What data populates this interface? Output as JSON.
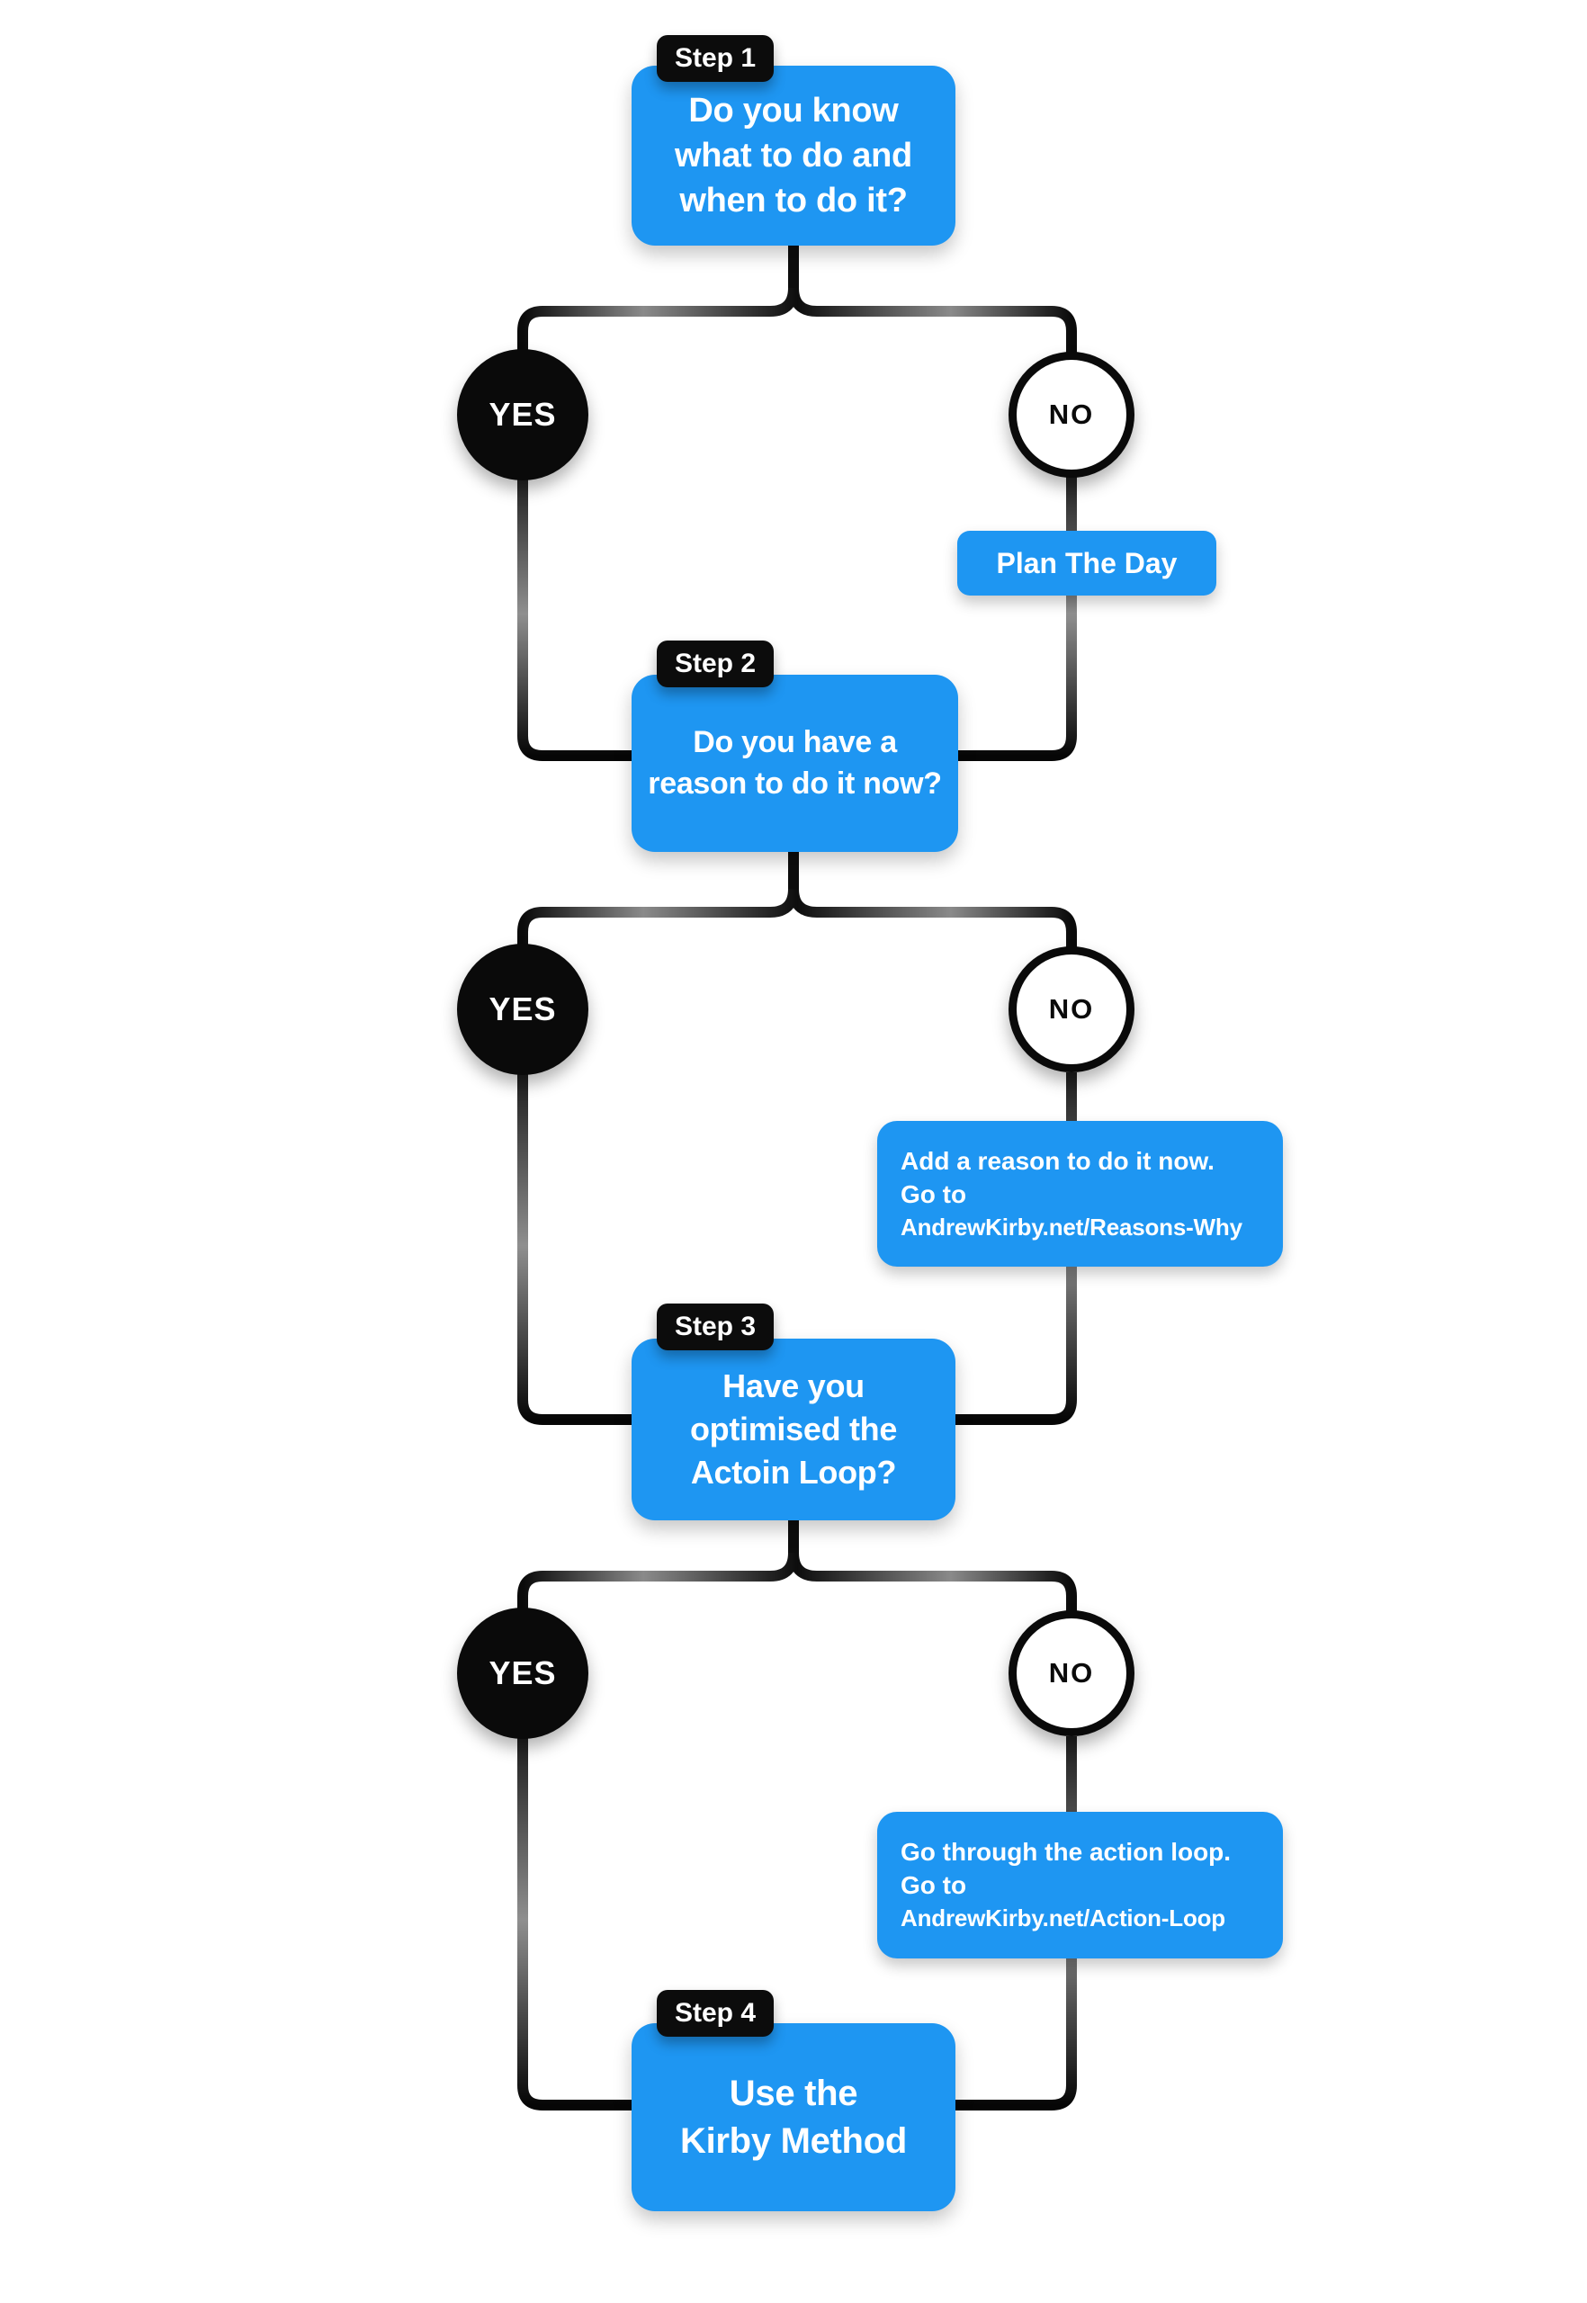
{
  "title": "Kirby Method decision flowchart",
  "colors": {
    "accent_blue": "#1E96F2",
    "badge_black": "#0C0C0C",
    "line_black": "#0D0D0D",
    "text_white": "#FFFFFF"
  },
  "steps": [
    {
      "badge": "Step 1",
      "question": "Do you know\nwhat to do and\nwhen to do it?"
    },
    {
      "badge": "Step 2",
      "question": "Do you have a\nreason to do it now?"
    },
    {
      "badge": "Step 3",
      "question": "Have you\noptimised the\nActoin Loop?"
    },
    {
      "badge": "Step 4",
      "question": "Use the\nKirby Method"
    }
  ],
  "branches": [
    {
      "yes": "YES",
      "no": "NO",
      "no_note": {
        "line1": "Plan The Day"
      }
    },
    {
      "yes": "YES",
      "no": "NO",
      "no_note": {
        "line1": "Add a reason to do it now.",
        "line2": "Go to",
        "url": "AndrewKirby.net/Reasons-Why"
      }
    },
    {
      "yes": "YES",
      "no": "NO",
      "no_note": {
        "line1": "Go through the action loop.",
        "line2": "Go to",
        "url": "AndrewKirby.net/Action-Loop"
      }
    }
  ]
}
